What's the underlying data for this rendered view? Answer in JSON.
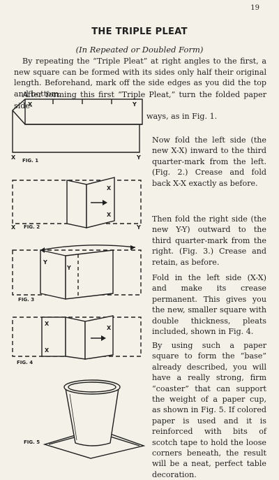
{
  "page_number": "19",
  "title": "THE TRIPLE PLEAT",
  "subtitle": "(In Repeated or Doubled Form)",
  "intro": "By repeating the “Triple Pleat” at right angles to the first, a new square can be formed with its sides only half their original length. Beforehand, mark off the side edges as you did the top and bottom.",
  "intro2_start": "After forming this first “Triple Pleat,” turn the folded paper side-",
  "intro2_cont": "ways, as in Fig. 1.",
  "step2": "Now fold the left side (the new X-X) inward to the third quarter-mark from the left. (Fig. 2.) Crease and fold back X-X exactly as before.",
  "step3": "Then fold the right side (the new Y-Y) outward to the third quarter-mark from the right. (Fig. 3.) Crease and retain, as before.",
  "step4": "Fold in the left side (X-X) and make its crease permanent. This gives you the new, smaller square with double thickness, pleats included, shown in Fig. 4.",
  "step5": "By using such a paper square to form the “base” already described, you will have a really strong, firm “coaster” that can support the weight of a paper cup, as shown in Fig. 5. If colored paper is used and it is reinforced with bits of scotch tape to hold the loose corners beneath, the result will be a neat, perfect table decoration.",
  "figures": {
    "fig1": {
      "caption": "FIG. 1",
      "mark_x": "X",
      "mark_y": "Y"
    },
    "fig2": {
      "caption": "FIG. 2",
      "mark_x": "X",
      "mark_y": "Y"
    },
    "fig3": {
      "caption": "FIG. 3",
      "mark_y": "Y"
    },
    "fig4": {
      "caption": "FIG. 4",
      "mark_x": "X"
    },
    "fig5": {
      "caption": "FIG. 5"
    }
  }
}
